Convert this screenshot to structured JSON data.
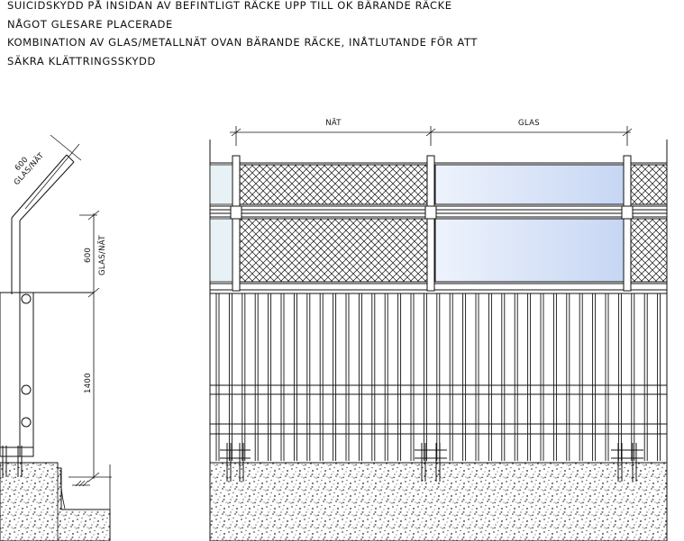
{
  "notes": [
    "SUICIDSKYDD PÅ INSIDAN AV BEFINTLIGT RÄCKE UPP TILL OK BÄRANDE RÄCKE",
    "NÅGOT GLESARE PLACERADE",
    "KOMBINATION AV GLAS/METALLNÄT OVAN BÄRANDE RÄCKE, INÅTLUTANDE FÖR ATT",
    "SÄKRA KLÄTTRINGSSKYDD"
  ],
  "section": {
    "incline_dim": "600",
    "incline_material": "GLAS/NÄT",
    "upper_dim": "600",
    "upper_material": "GLAS/NÄT",
    "lower_dim": "1400"
  },
  "elevation": {
    "net_label": "NÄT",
    "glass_label": "GLAS"
  },
  "colors": {
    "glass": "#c9d8f4",
    "line": "#111111"
  }
}
